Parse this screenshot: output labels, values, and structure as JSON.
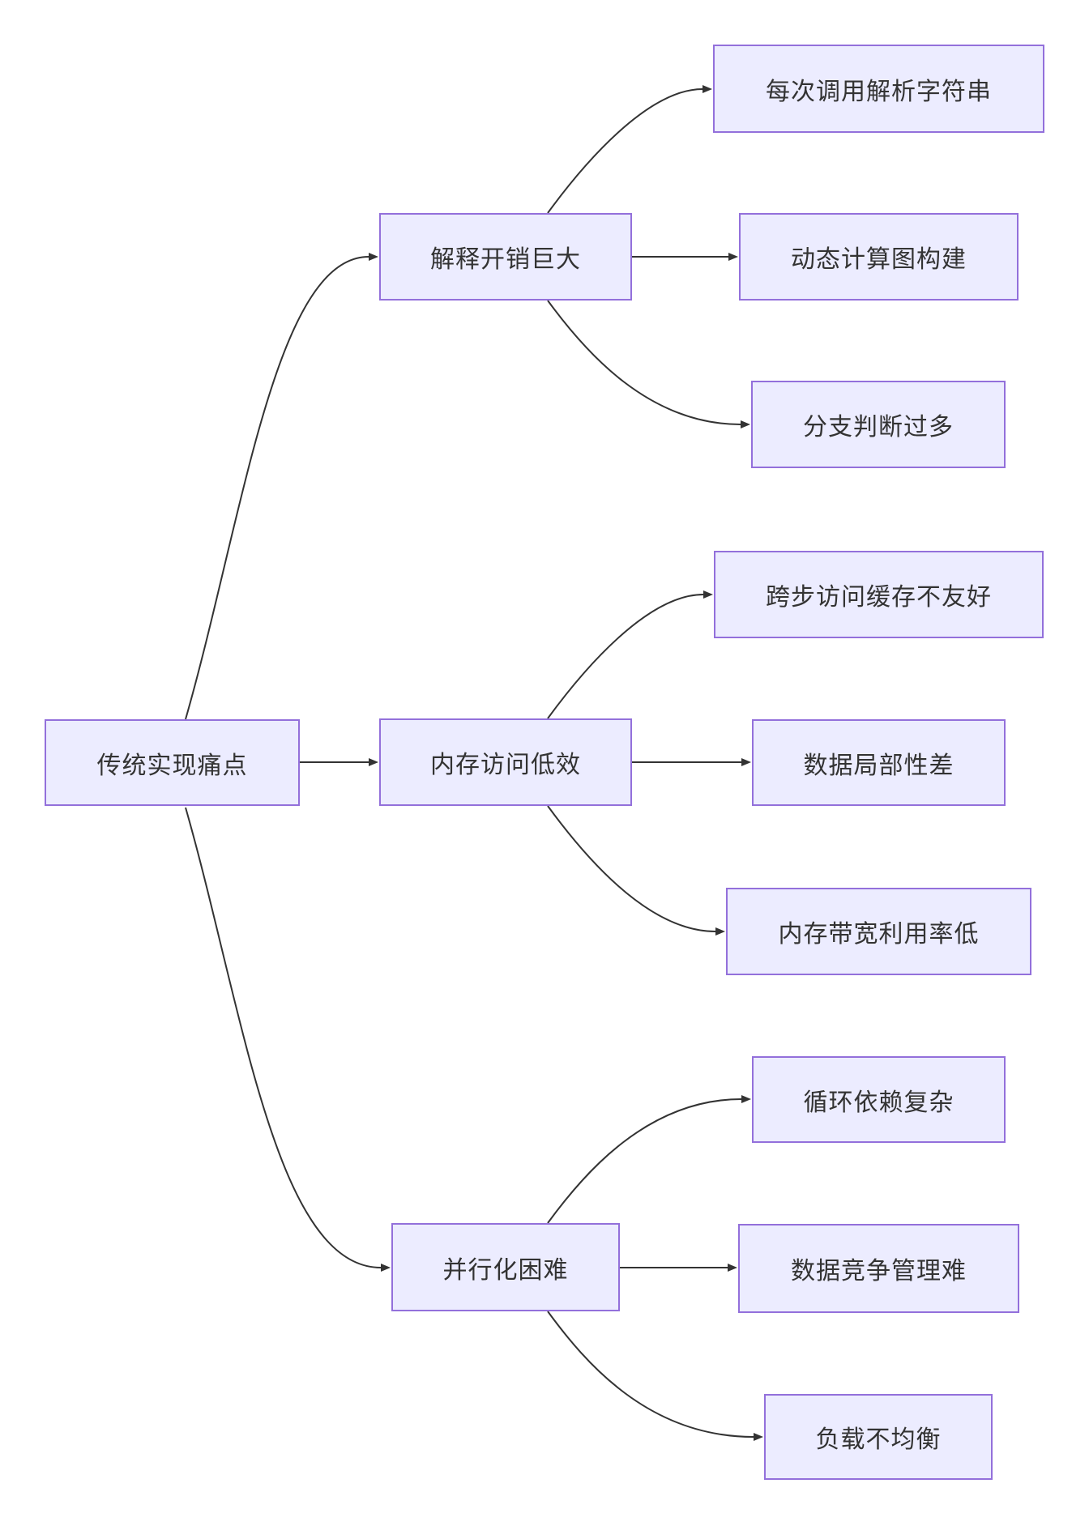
{
  "diagram_type": "flowchart-left-to-right",
  "colors": {
    "background": "#FFFFFF",
    "node_fill": "#ECECFF",
    "node_border": "#9370DB",
    "node_text": "#333333",
    "edge_line": "#333333",
    "arrowhead": "#333333"
  },
  "nodes": [
    {
      "id": "root",
      "level": "root",
      "label": "传统实现痛点"
    },
    {
      "id": "interpret",
      "level": "branch",
      "label": "解释开销巨大"
    },
    {
      "id": "memory",
      "level": "branch",
      "label": "内存访问低效"
    },
    {
      "id": "parallel",
      "level": "branch",
      "label": "并行化困难"
    },
    {
      "id": "parse-string",
      "level": "leaf",
      "label": "每次调用解析字符串"
    },
    {
      "id": "dynamic-graph",
      "level": "leaf",
      "label": "动态计算图构建"
    },
    {
      "id": "branch-checks",
      "level": "leaf",
      "label": "分支判断过多"
    },
    {
      "id": "strided-access",
      "level": "leaf",
      "label": "跨步访问缓存不友好"
    },
    {
      "id": "data-locality",
      "level": "leaf",
      "label": "数据局部性差"
    },
    {
      "id": "bandwidth",
      "level": "leaf",
      "label": "内存带宽利用率低"
    },
    {
      "id": "loop-deps",
      "level": "leaf",
      "label": "循环依赖复杂"
    },
    {
      "id": "data-race",
      "level": "leaf",
      "label": "数据竞争管理难"
    },
    {
      "id": "load-balance",
      "level": "leaf",
      "label": "负载不均衡"
    }
  ],
  "edges": [
    {
      "from": "root",
      "to": "interpret"
    },
    {
      "from": "root",
      "to": "memory"
    },
    {
      "from": "root",
      "to": "parallel"
    },
    {
      "from": "interpret",
      "to": "parse-string"
    },
    {
      "from": "interpret",
      "to": "dynamic-graph"
    },
    {
      "from": "interpret",
      "to": "branch-checks"
    },
    {
      "from": "memory",
      "to": "strided-access"
    },
    {
      "from": "memory",
      "to": "data-locality"
    },
    {
      "from": "memory",
      "to": "bandwidth"
    },
    {
      "from": "parallel",
      "to": "loop-deps"
    },
    {
      "from": "parallel",
      "to": "data-race"
    },
    {
      "from": "parallel",
      "to": "load-balance"
    }
  ]
}
